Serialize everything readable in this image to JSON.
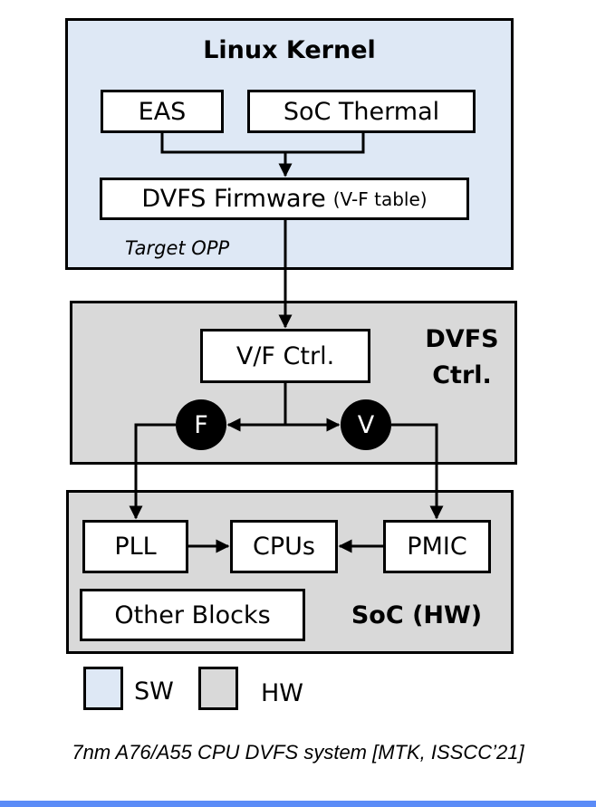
{
  "diagram": {
    "sw_region": {
      "title": "Linux Kernel",
      "blocks": {
        "eas": "EAS",
        "soc_thermal": "SoC Thermal",
        "firmware": "DVFS Firmware",
        "firmware_note": "(V-F table)"
      },
      "output_label": "Target OPP"
    },
    "ctrl_region": {
      "title_line1": "DVFS",
      "title_line2": "Ctrl.",
      "blocks": {
        "vf_ctrl": "V/F Ctrl."
      },
      "nodes": {
        "freq": "F",
        "volt": "V"
      }
    },
    "hw_region": {
      "title": "SoC (HW)",
      "blocks": {
        "pll": "PLL",
        "cpus": "CPUs",
        "pmic": "PMIC",
        "other": "Other Blocks"
      }
    },
    "legend": {
      "sw": "SW",
      "hw": "HW"
    },
    "caption": "7nm A76/A55 CPU DVFS system [MTK, ISSCC’21]"
  },
  "colors": {
    "sw_fill": "#dee8f5",
    "hw_fill": "#d9d9d9",
    "accent_rule": "#5b8cf7"
  }
}
